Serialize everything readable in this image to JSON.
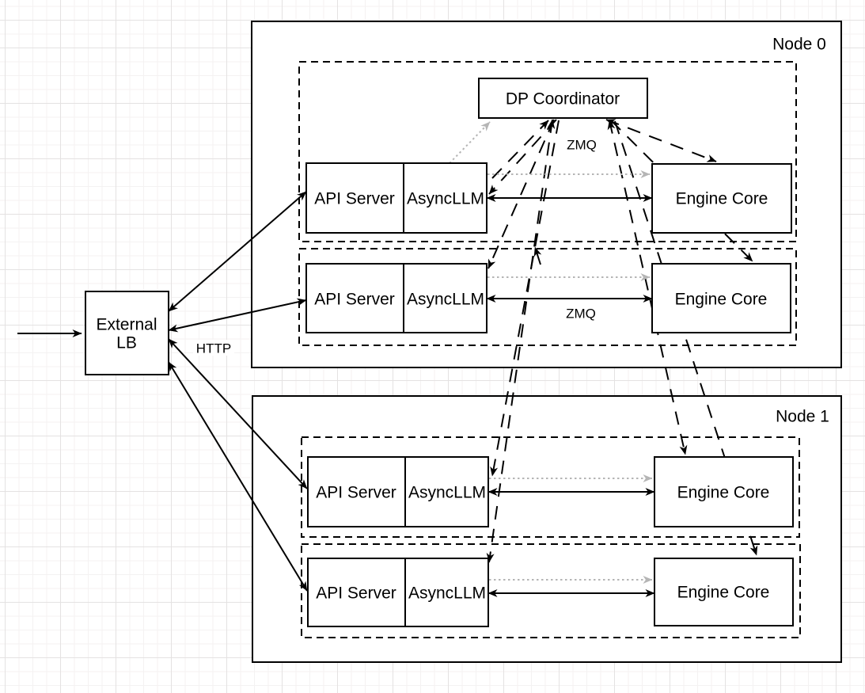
{
  "coordinator": {
    "label": "DP Coordinator"
  },
  "external_lb": {
    "line1": "External",
    "line2": "LB"
  },
  "nodes": [
    {
      "label": "Node 0",
      "rows": [
        {
          "api": "API Server",
          "async": "AsyncLLM",
          "engine": "Engine Core"
        },
        {
          "api": "API Server",
          "async": "AsyncLLM",
          "engine": "Engine Core"
        }
      ]
    },
    {
      "label": "Node 1",
      "rows": [
        {
          "api": "API Server",
          "async": "AsyncLLM",
          "engine": "Engine Core"
        },
        {
          "api": "API Server",
          "async": "AsyncLLM",
          "engine": "Engine Core"
        }
      ]
    }
  ],
  "edge_labels": {
    "http": "HTTP",
    "zmq_coordinator": "ZMQ",
    "zmq_row": "ZMQ"
  },
  "colors": {
    "line": "#000000",
    "muted_arrow": "#b5b5b5",
    "box_fill": "#ffffff",
    "grid_minor": "#f4f2f2",
    "grid_major": "#e4e2e2"
  }
}
